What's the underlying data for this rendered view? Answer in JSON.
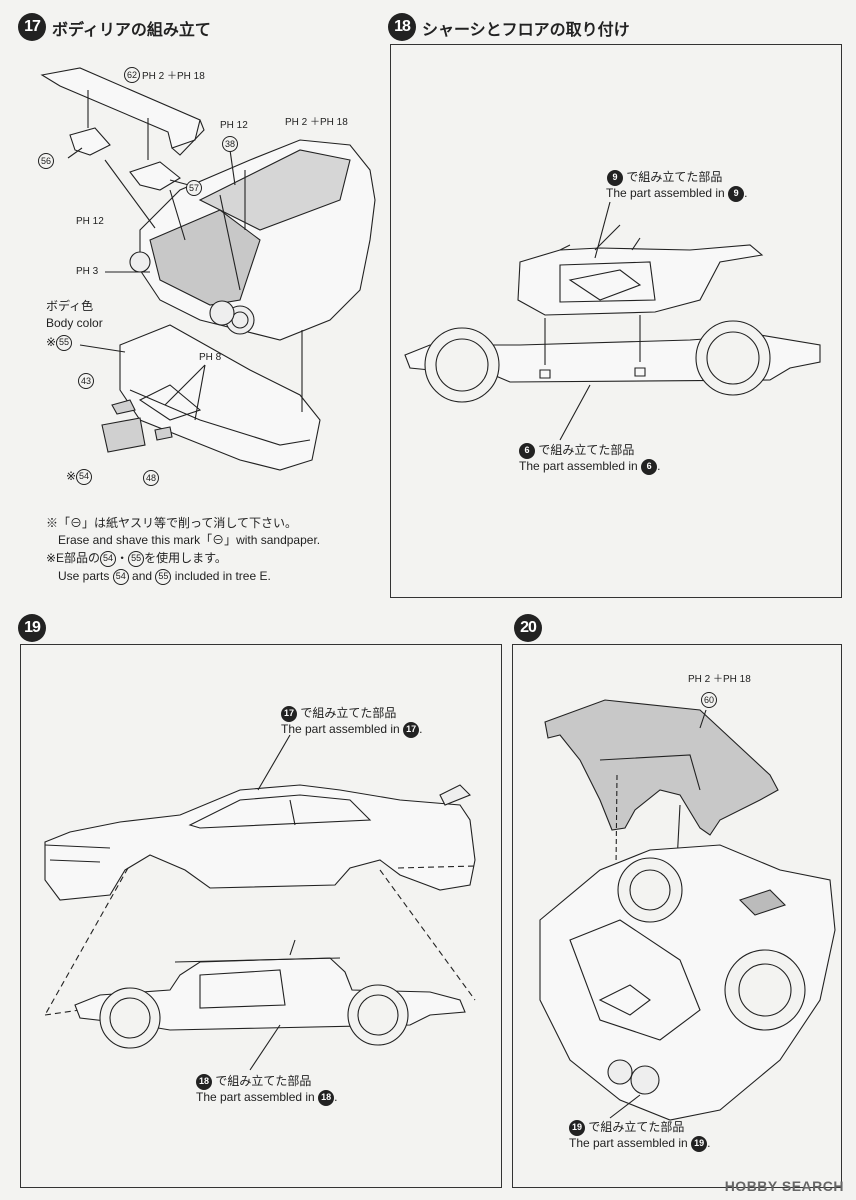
{
  "steps": [
    {
      "number": "17",
      "title": "ボディリアの組み立て"
    },
    {
      "number": "18",
      "title": "シャーシとフロアの取り付け"
    },
    {
      "number": "19",
      "title": ""
    },
    {
      "number": "20",
      "title": ""
    }
  ],
  "step17": {
    "parts": {
      "p62": "62",
      "p56": "56",
      "p57": "57",
      "p38": "38",
      "p43": "43",
      "p55": "55",
      "p54": "54",
      "p48": "48"
    },
    "tags": {
      "tag62": "PH 2 ＋PH 18",
      "tag38": "PH 12",
      "tag_body": "PH 2 ＋PH 18",
      "tag_56": "PH 12",
      "tag_ph3": "PH 3",
      "tag_ph8": "PH 8"
    },
    "body_color_jp": "ボディ色",
    "body_color_en": "Body color",
    "body_color_mark": "※",
    "mark_54": "※",
    "note1_jp": "※「⊖」は紙ヤスリ等で削って消して下さい。",
    "note1_en": "Erase and shave this mark「⊖」with sandpaper.",
    "note2_jp_a": "※E部品の",
    "note2_jp_b": "・",
    "note2_jp_c": "を使用します。",
    "note2_en_a": "Use parts",
    "note2_en_b": "and",
    "note2_en_c": "included in tree E."
  },
  "step18": {
    "ref9_num": "9",
    "ref9_jp": "で組み立てた部品",
    "ref9_en": "The part assembled in",
    "ref6_num": "6",
    "ref6_jp": "で組み立てた部品",
    "ref6_en": "The part assembled in"
  },
  "step19": {
    "ref17_num": "17",
    "ref17_jp": "で組み立てた部品",
    "ref17_en": "The part assembled in",
    "ref18_num": "18",
    "ref18_jp": "で組み立てた部品",
    "ref18_en": "The part assembled in"
  },
  "step20": {
    "tag60": "PH 2 ＋PH 18",
    "p60": "60",
    "ref19_num": "19",
    "ref19_jp": "で組み立てた部品",
    "ref19_en": "The part assembled in"
  },
  "watermark": "HOBBY SEARCH",
  "colors": {
    "ink": "#222222",
    "paper": "#f3f3f1",
    "part_fill": "#c8c8c8"
  }
}
